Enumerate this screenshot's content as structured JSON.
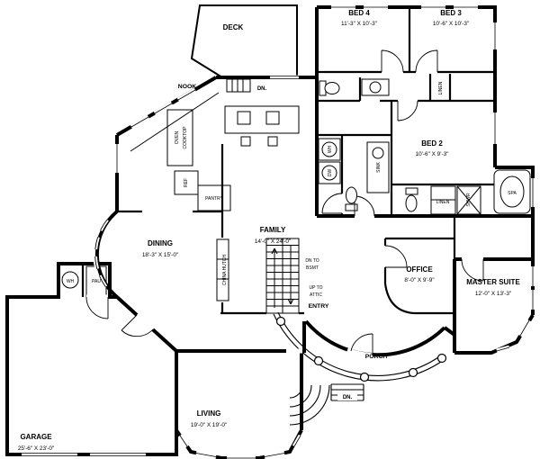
{
  "plan": {
    "rooms": {
      "deck": {
        "name": "DECK"
      },
      "bed4": {
        "name": "BED 4",
        "dims": "11'-3\" X 10'-3\""
      },
      "bed3": {
        "name": "BED 3",
        "dims": "10'-6\" X 10'-3\""
      },
      "nook": {
        "name": "NOOK"
      },
      "bed2": {
        "name": "BED 2",
        "dims": "10'-6\" X 9'-3\""
      },
      "dining": {
        "name": "DINING",
        "dims": "18'-3\" X 15'-0\""
      },
      "family": {
        "name": "FAMILY",
        "dims": "14'-0\" X 24'-0\""
      },
      "office": {
        "name": "OFFICE",
        "dims": "8'-0\" X 9'-9\""
      },
      "master": {
        "name": "MASTER SUITE",
        "dims": "12'-0\" X 13'-3\""
      },
      "entry": {
        "name": "ENTRY"
      },
      "porch": {
        "name": "PORCH"
      },
      "living": {
        "name": "LIVING",
        "dims": "19'-0\" X 19'-0\""
      },
      "garage": {
        "name": "GARAGE",
        "dims": "25'-6\" X 23'-0\""
      }
    },
    "labels": {
      "dn_deck": "DN.",
      "dn_porch": "DN.",
      "linen_top": "LINEN",
      "linen_low": "LINEN",
      "wh_laundry": "WH",
      "dw": "DW",
      "sink": "SINK",
      "shwr": "SHWR",
      "spa": "SPA",
      "oven": "OVEN",
      "cooktop": "COOKTOP",
      "ref": "REF",
      "pantry": "PANTRY",
      "china_hutch": "CHINA HUTCH",
      "dn_to": "DN TO",
      "bsmt": "BSMT",
      "up_to": "UP TO",
      "attic": "ATTIC",
      "wh_utility": "WH",
      "pau": "PAU"
    }
  }
}
